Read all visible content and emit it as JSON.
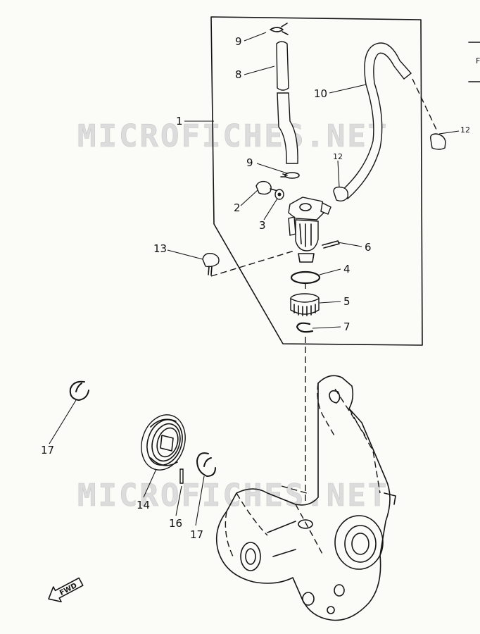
{
  "watermark": "MICROFICHES.NET",
  "callouts": {
    "c1": "1",
    "c2": "2",
    "c3": "3",
    "c4": "4",
    "c5": "5",
    "c6": "6",
    "c7": "7",
    "c8": "8",
    "c9a": "9",
    "c9b": "9",
    "c10": "10",
    "c12a": "12",
    "c12b": "12",
    "c13": "13",
    "c14": "14",
    "c16": "16",
    "c17a": "17",
    "c17b": "17"
  },
  "direction_label": "FWD"
}
